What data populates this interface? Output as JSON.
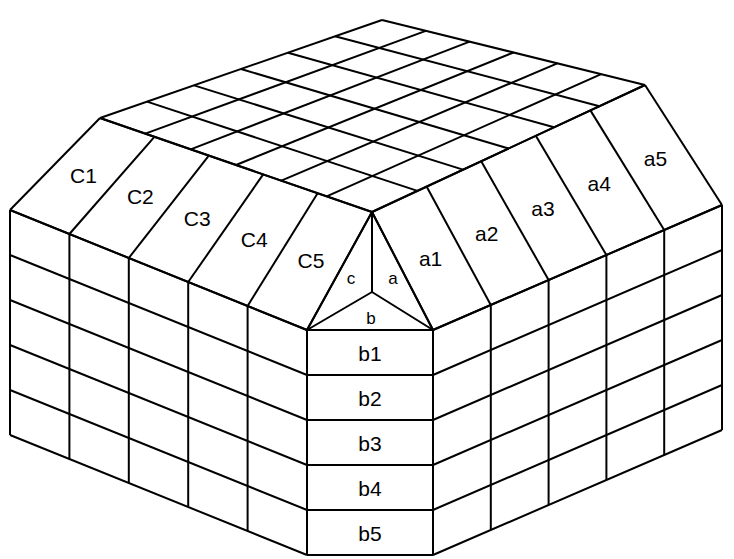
{
  "diagram": {
    "labels": [
      "C1",
      "C2",
      "C3",
      "C4",
      "C5",
      "c",
      "a",
      "a1",
      "a2",
      "a3",
      "a4",
      "a5",
      "b",
      "b1",
      "b2",
      "b3",
      "b4",
      "b5"
    ]
  }
}
